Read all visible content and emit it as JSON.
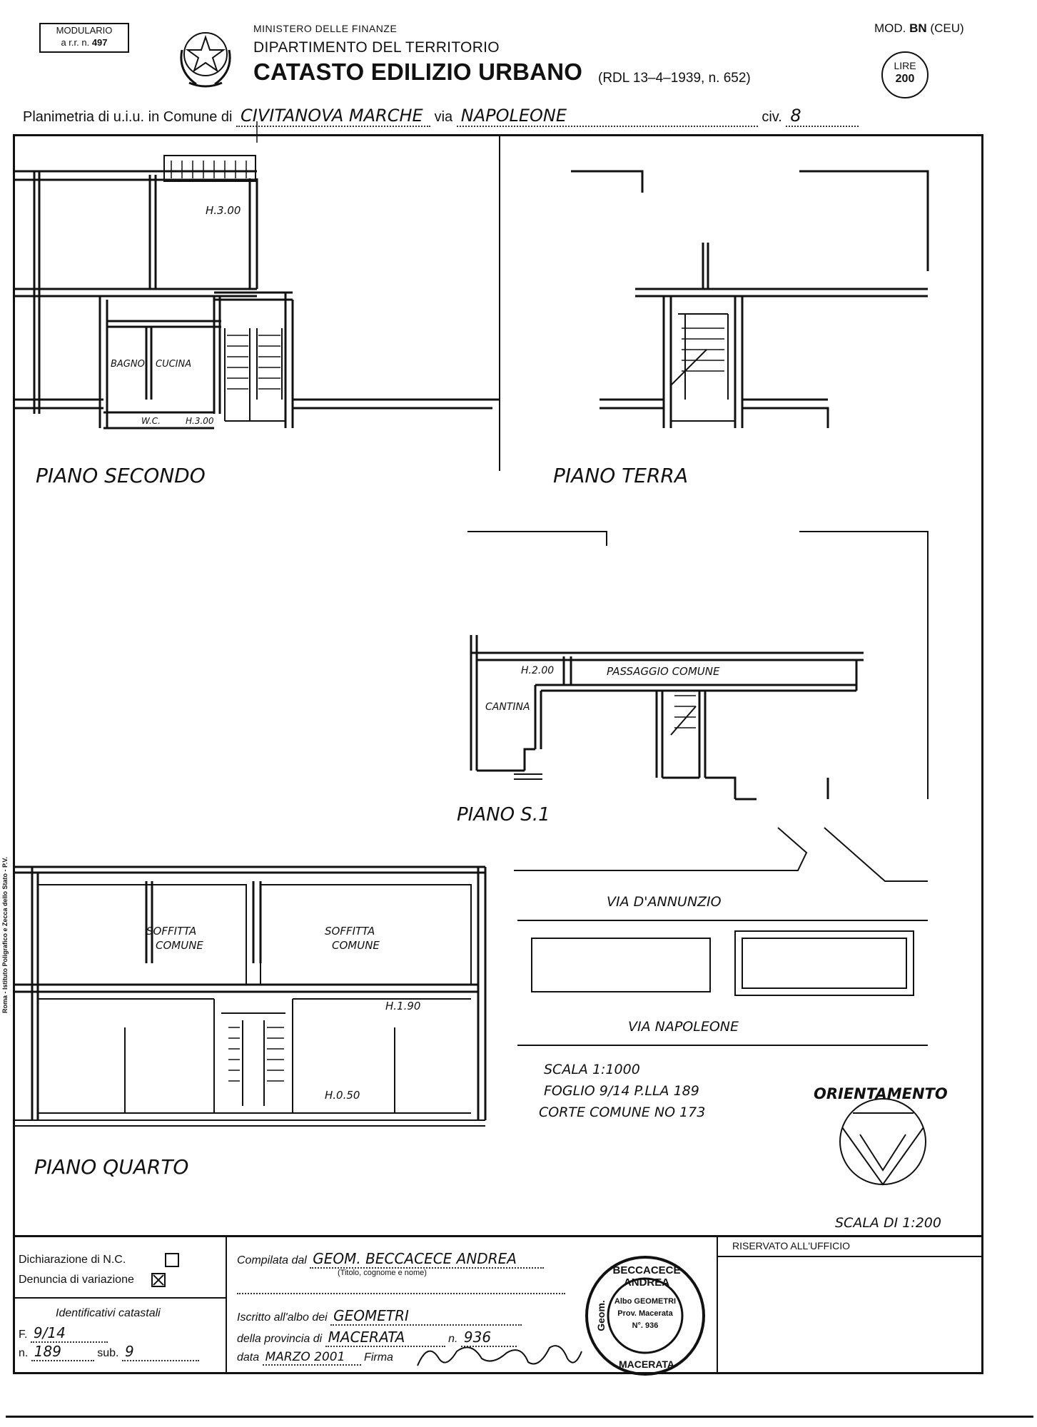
{
  "header": {
    "modulario_line1": "MODULARIO",
    "modulario_line2": "a r.r. n.",
    "modulario_num": "497",
    "ministero": "MINISTERO DELLE FINANZE",
    "dipartimento": "DIPARTIMENTO DEL TERRITORIO",
    "catasto": "CATASTO EDILIZIO URBANO",
    "rdl": "(RDL 13–4–1939, n. 652)",
    "mod_prefix": "MOD.",
    "mod_code": "BN",
    "mod_suffix": "(CEU)",
    "lire_label": "LIRE",
    "lire_value": "200"
  },
  "plan_line": {
    "label_prefix": "Planimetria di u.i.u. in Comune di",
    "comune": "CIVITANOVA MARCHE",
    "via_label": "via",
    "via": "NAPOLEONE",
    "civ_label": "civ.",
    "civ": "8"
  },
  "drawing": {
    "piano_secondo": "PIANO SECONDO",
    "piano_terra": "PIANO TERRA",
    "piano_s1": "PIANO S.1",
    "piano_quarto": "PIANO QUARTO",
    "h300": "H.3.00",
    "bagno": "BAGNO",
    "cucina": "CUCINA",
    "wc": "W.C.",
    "h3_00b": "H.3.00",
    "h200": "H.2.00",
    "passaggio": "PASSAGGIO COMUNE",
    "cantina": "CANTINA",
    "soffitta1_a": "SOFFITTA",
    "soffitta1_b": "COMUNE",
    "soffitta2_a": "SOFFITTA",
    "soffitta2_b": "COMUNE",
    "h190": "H.1.90",
    "h050": "H.0.50",
    "via_dannunzio": "VIA D'ANNUNZIO",
    "via_napoleone": "VIA NAPOLEONE",
    "scala_1000": "SCALA 1:1000",
    "foglio": "FOGLIO 9/14 P.LLA 189",
    "corte": "CORTE COMUNE NO 173",
    "orientamento": "ORIENTAMENTO",
    "scala_200": "SCALA DI 1:200"
  },
  "side_note": "Roma - Istituto Poligrafico e Zecca dello Stato - P.V.",
  "footer": {
    "dichiarazione": "Dichiarazione di N.C.",
    "denuncia": "Denuncia di variazione",
    "identificativi": "Identificativi catastali",
    "f_label": "F.",
    "f_value": "9/14",
    "n_label": "n.",
    "n_value": "189",
    "sub_label": "sub.",
    "sub_value": "9",
    "compilata_label": "Compilata dal",
    "compilata_value": "GEOM. BECCACECE ANDREA",
    "titolo_hint": "(Titolo, cognome e nome)",
    "iscritto_label": "Iscritto all'albo dei",
    "iscritto_value": "GEOMETRI",
    "provincia_label": "della provincia di",
    "provincia_value": "MACERATA",
    "num_label": "n.",
    "num_value": "936",
    "data_label": "data",
    "data_value": "MARZO 2001",
    "firma_label": "Firma",
    "riservato": "RISERVATO ALL'UFFICIO",
    "stamp_top": "BECCACECE ANDREA",
    "stamp_left": "Geom.",
    "stamp_bottom": "MACERATA",
    "stamp_c1": "Albo GEOMETRI",
    "stamp_c2": "Prov. Macerata",
    "stamp_c3": "N°. 936"
  }
}
